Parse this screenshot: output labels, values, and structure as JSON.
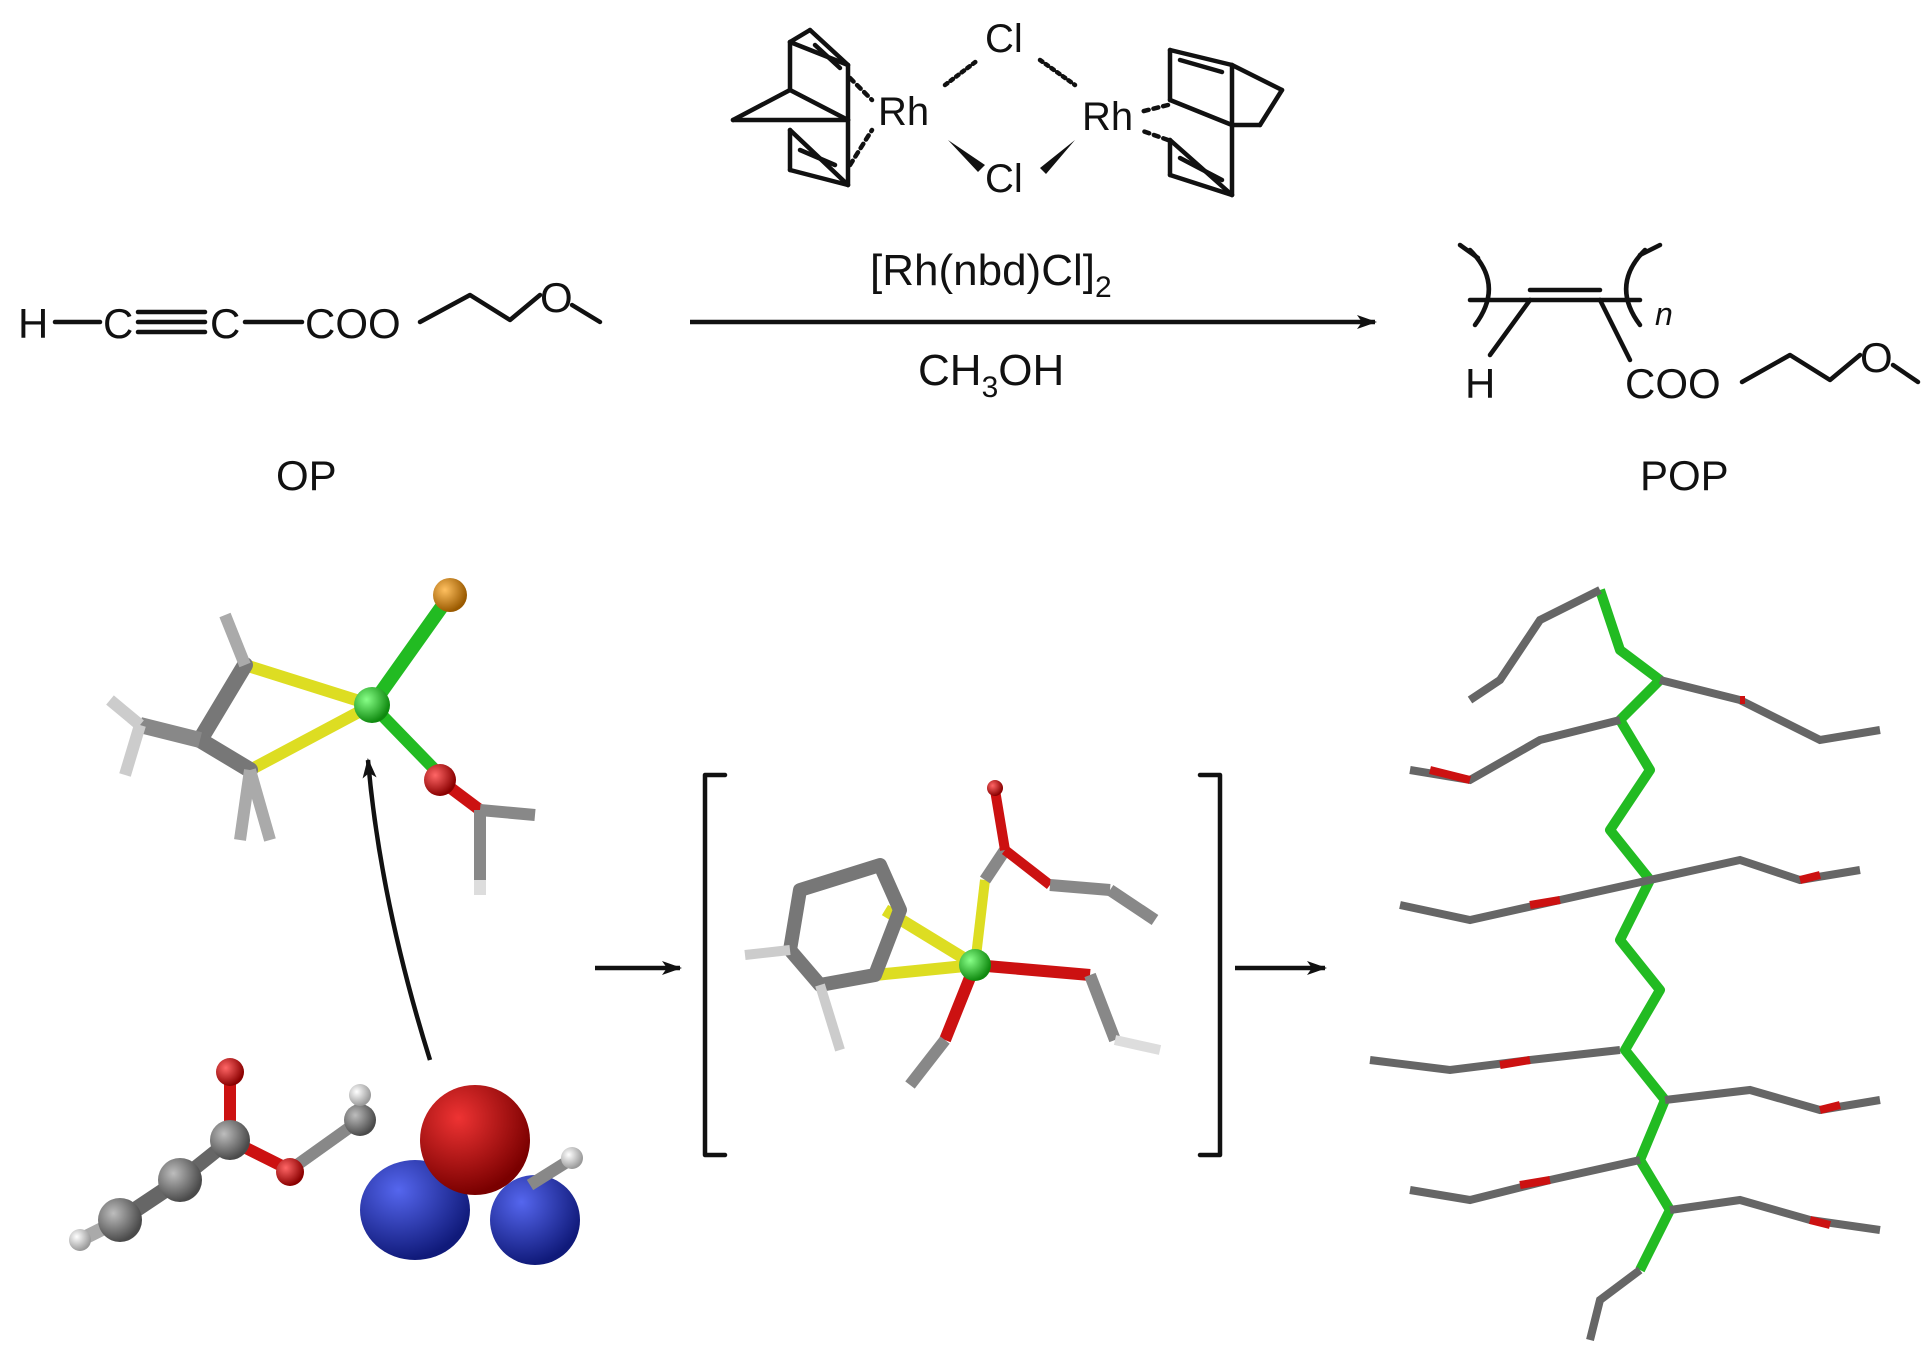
{
  "catalyst": {
    "rh_left": "Rh",
    "rh_right": "Rh",
    "cl_top": "Cl",
    "cl_bottom": "Cl",
    "name": "[Rh(nbd)Cl]",
    "name_sub": "2"
  },
  "solvent": {
    "main": "CH",
    "sub": "3",
    "tail": "OH"
  },
  "monomer": {
    "label": "OP",
    "h": "H",
    "c1": "C",
    "c2": "C",
    "coo": "COO",
    "o": "O"
  },
  "polymer": {
    "label": "POP",
    "h": "H",
    "coo": "COO",
    "o": "O",
    "repeat": "n"
  },
  "colors": {
    "carbon": "#7a7a7a",
    "hydrogen": "#dcdcdc",
    "oxygen": "#cc1111",
    "rhodium": "#22bb22",
    "sulfur": "#dddd22",
    "chlorine": "#d98a10",
    "orbital_pos": "#bb0000",
    "orbital_neg": "#2233bb"
  }
}
